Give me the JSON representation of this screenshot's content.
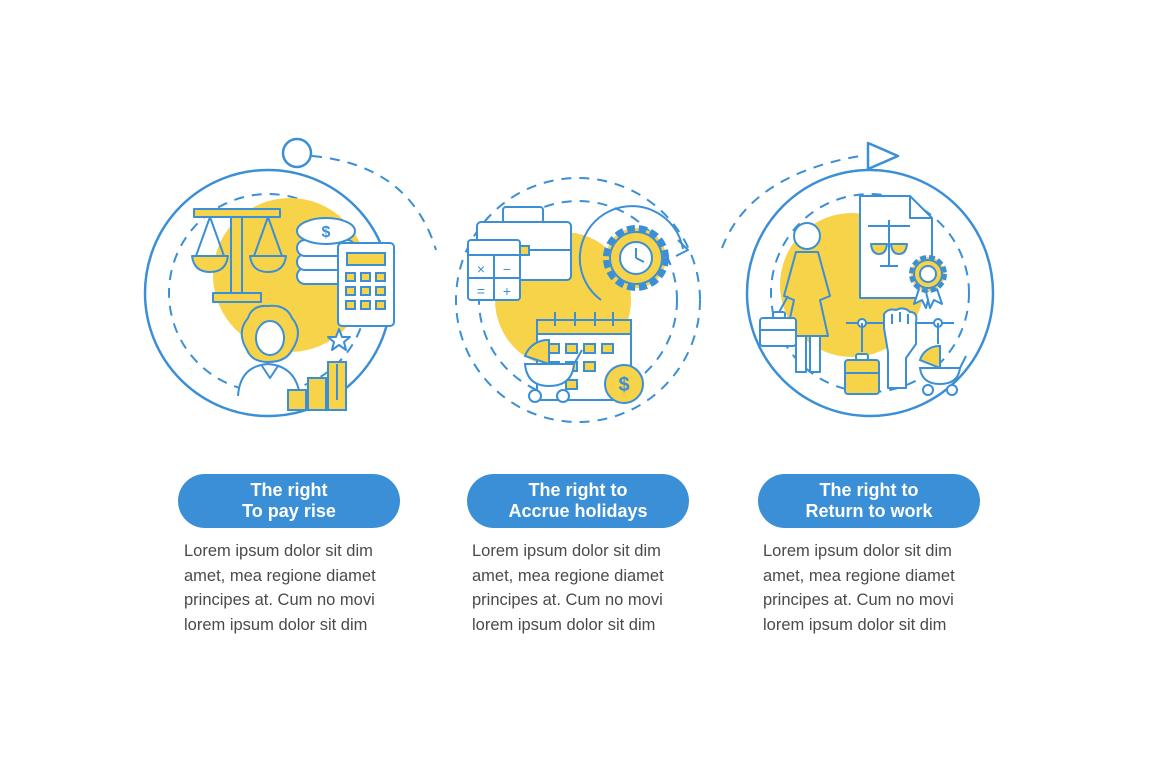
{
  "colors": {
    "accent_blue": "#3a8fd6",
    "accent_yellow": "#f7d34a",
    "text_gray": "#4a4a4a",
    "background": "#ffffff"
  },
  "steps": [
    {
      "title": [
        "The right",
        "To pay rise"
      ],
      "description": [
        "Lorem ipsum dolor sit dim",
        "amet, mea regione diamet",
        "principes at. Cum no movi",
        "lorem ipsum dolor sit dim"
      ],
      "icons": [
        "balance-scale-icon",
        "coin-stack-icon",
        "calculator-icon",
        "woman-avatar-icon",
        "growth-chart-icon",
        "star-icon"
      ]
    },
    {
      "title": [
        "The right to",
        "Accrue holidays"
      ],
      "description": [
        "Lorem ipsum dolor sit dim",
        "amet, mea regione diamet",
        "principes at. Cum no movi",
        "lorem ipsum dolor sit dim"
      ],
      "icons": [
        "briefcase-icon",
        "calculator-icon",
        "gear-clock-icon",
        "calendar-icon",
        "baby-stroller-icon",
        "dollar-coin-icon"
      ]
    },
    {
      "title": [
        "The right to",
        "Return to work"
      ],
      "description": [
        "Lorem ipsum dolor sit dim",
        "amet, mea regione diamet",
        "principes at. Cum no movi",
        "lorem ipsum dolor sit dim"
      ],
      "icons": [
        "woman-figure-icon",
        "law-document-icon",
        "award-badge-icon",
        "briefcase-icon",
        "raised-fist-icon",
        "baby-stroller-icon"
      ]
    }
  ]
}
